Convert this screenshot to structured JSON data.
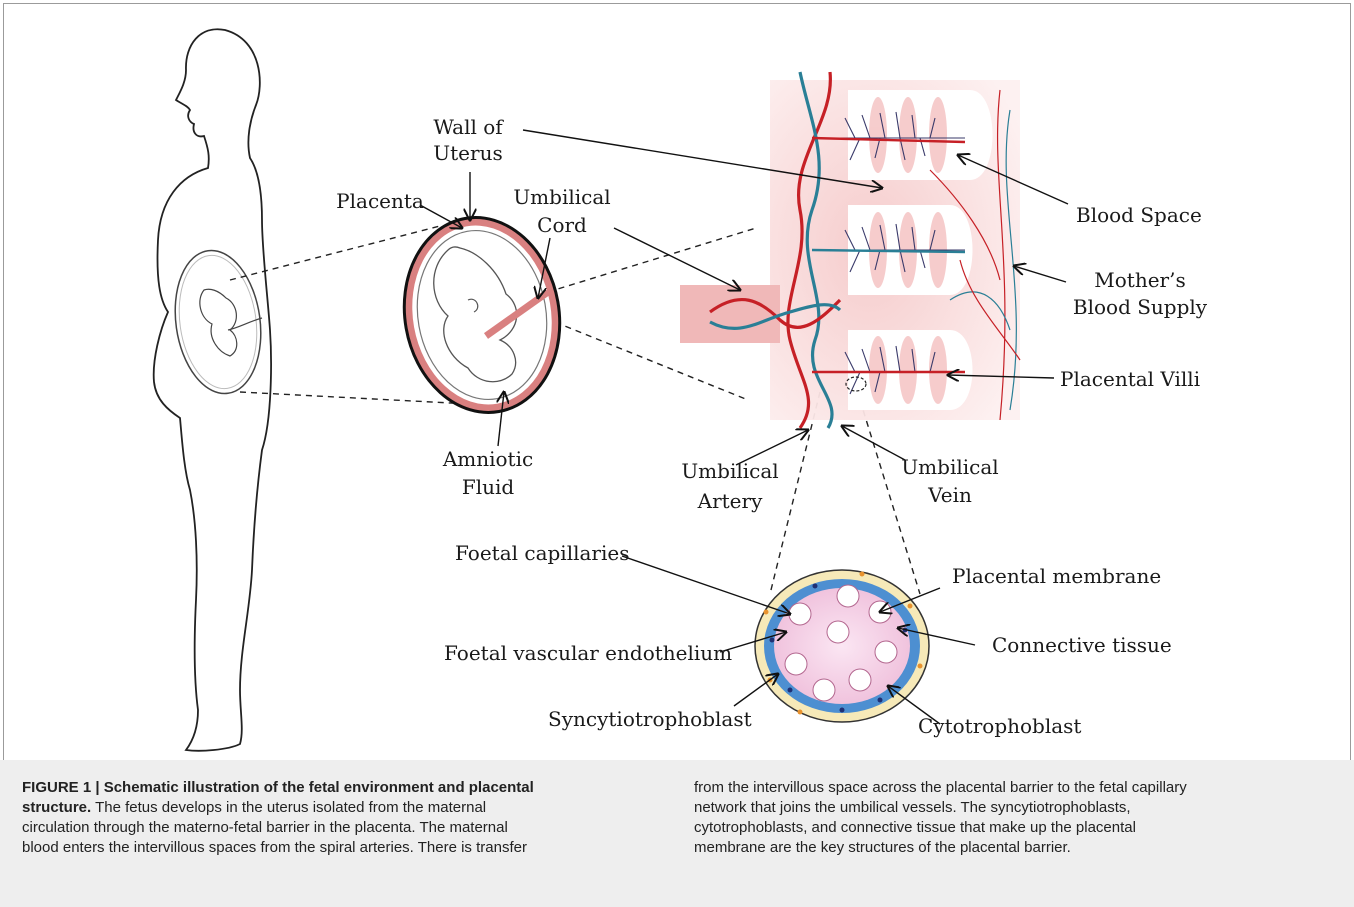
{
  "labels": {
    "wall_of_uterus": [
      "Wall of",
      "Uterus"
    ],
    "placenta": "Placenta",
    "umbilical_cord": [
      "Umbilical",
      "Cord"
    ],
    "amniotic_fluid": [
      "Amniotic",
      "Fluid"
    ],
    "blood_space": "Blood Space",
    "mothers_blood_supply": [
      "Mother’s",
      "Blood Supply"
    ],
    "placental_villi": "Placental Villi",
    "umbilical_artery": [
      "Umbilical",
      "Artery"
    ],
    "umbilical_vein": [
      "Umbilical",
      "Vein"
    ],
    "foetal_capillaries": "Foetal capillaries",
    "placental_membrane": "Placental membrane",
    "foetal_vascular_endothelium": "Foetal vascular endothelium",
    "connective_tissue": "Connective tissue",
    "syncytiotrophoblast": "Syncytiotrophoblast",
    "cytotrophoblast": "Cytotrophoblast"
  },
  "caption": {
    "title": "FIGURE 1 | Schematic illustration of the fetal environment and placental structure.",
    "body_left": " The fetus develops in the uterus isolated from the maternal\ncirculation through the materno-fetal barrier in the placenta. The maternal\nblood enters the intervillous spaces from the spiral arteries. There is transfer",
    "body_right": "from the intervillous space across the placental barrier to the fetal capillary\nnetwork that joins the umbilical vessels. The syncytiotrophoblasts,\ncytotrophoblasts, and connective tissue that make up the placental\nmembrane are the key structures of the placental barrier."
  },
  "colors": {
    "artery_red": "#c62026",
    "vein_blue": "#2a7f96",
    "placenta_pink": "#d98080",
    "tissue_pink": "#f7d9d9",
    "membrane_blue": "#4d8fd1",
    "section_pink": "#f2cde6",
    "section_rim": "#f6e9b8"
  }
}
